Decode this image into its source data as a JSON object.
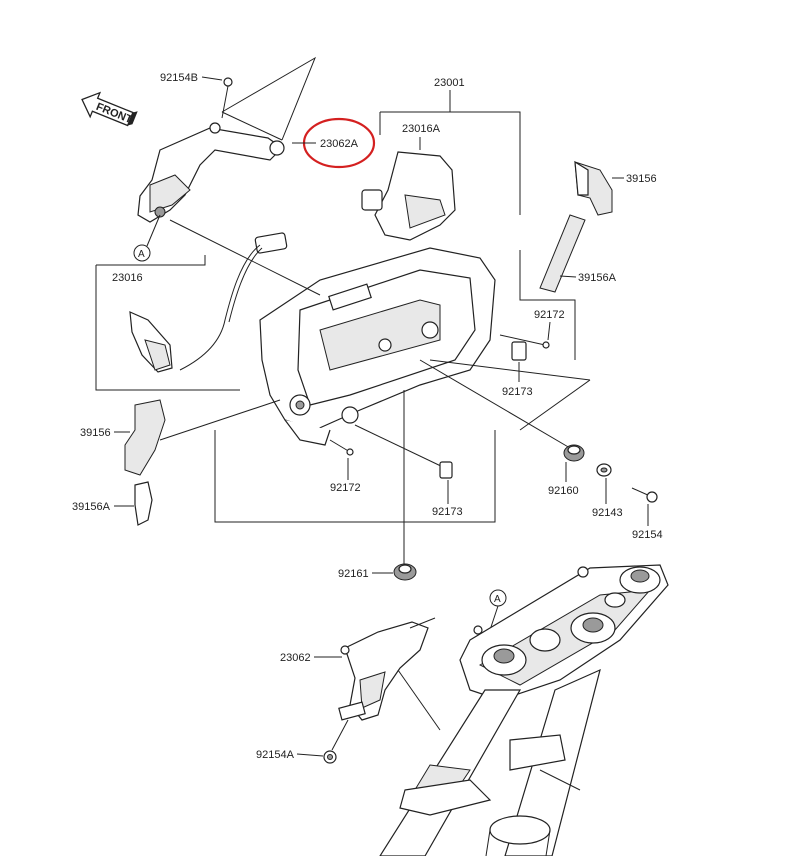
{
  "labels": {
    "p92154B": "92154B",
    "p23001": "23001",
    "p23016A": "23016A",
    "p23062A": "23062A",
    "p39156_top": "39156",
    "p39156A_top": "39156A",
    "p92172_right": "92172",
    "p92173_right": "92173",
    "p23016": "23016",
    "p39156_left": "39156",
    "p39156A_left": "39156A",
    "p92172_bottom": "92172",
    "p92173_bottom": "92173",
    "p92160": "92160",
    "p92143": "92143",
    "p92154": "92154",
    "p92161": "92161",
    "p23062": "23062",
    "p92154A": "92154A",
    "ref_a1": "A",
    "ref_a2": "A",
    "front": "FRONT"
  },
  "highlight_color": "#d42020"
}
